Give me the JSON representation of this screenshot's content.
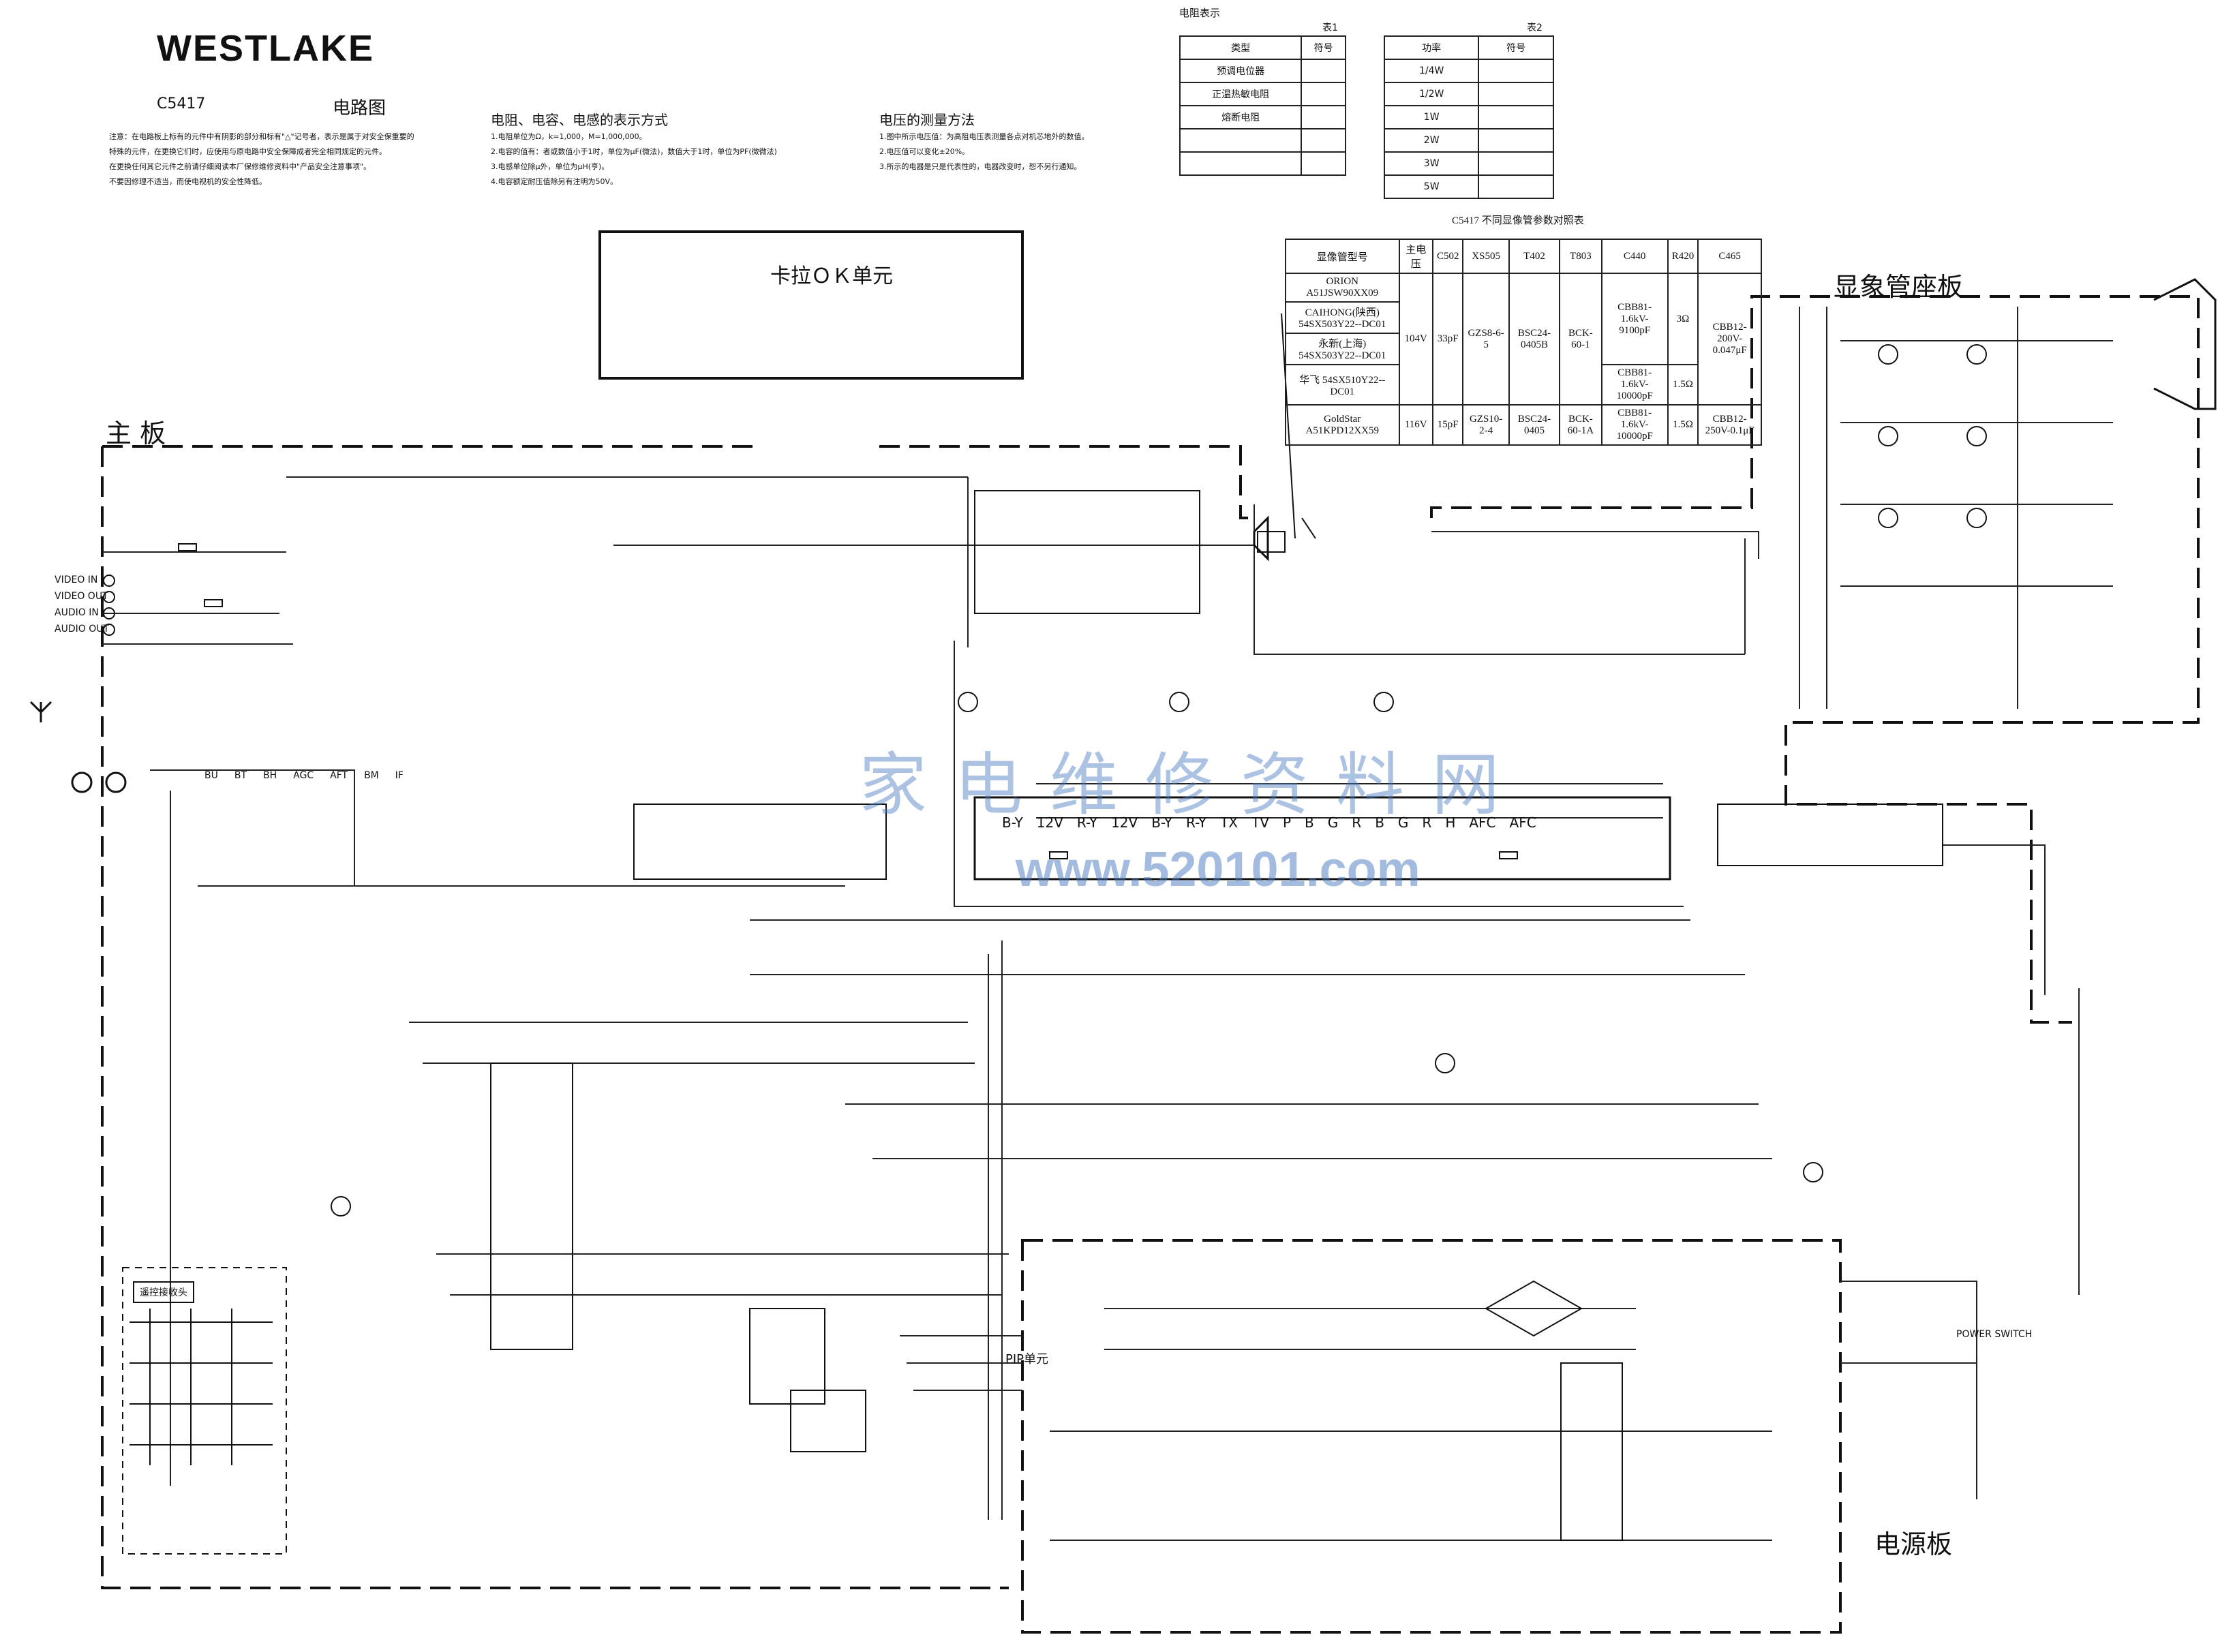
{
  "header": {
    "brand": "WESTLAKE",
    "model": "C5417",
    "diagram_title": "电路图",
    "notes_heading": "注意",
    "notes": [
      "注意：在电路板上标有的元件中有阴影的部分和标有\"△\"记号者，表示是属于对安全保重要的",
      "特殊的元件，在更换它们时，应使用与原电路中安全保障成者完全相同规定的元件。",
      "在更换任何其它元件之前请仔细阅读本厂保修维修资料中\"产品安全注意事项\"。",
      "不要因修理不适当，而使电视机的安全性降低。"
    ],
    "component_heading": "电阻、电容、电感的表示方式",
    "component_notes": [
      "1.电阻单位为Ω，k=1,000，M=1,000,000。",
      "2.电容的值有：者或数值小于1时，单位为μF(微法)，数值大于1时，单位为PF(微微法)",
      "3.电感单位除μ外，单位为μH(亨)。",
      "4.电容额定耐压值除另有注明为50V。"
    ],
    "voltage_heading": "电压的测量方法",
    "voltage_notes": [
      "1.图中所示电压值：为高阻电压表测量各点对机芯地外的数值。",
      "2.电压值可以变化±20%。",
      "3.所示的电器是只是代表性的，电器改变时，恕不另行通知。"
    ]
  },
  "legend": {
    "heading": "电阻表示",
    "table1": {
      "label": "表1",
      "headers": [
        "类型",
        "符号"
      ],
      "rows": [
        [
          "预调电位器",
          ""
        ],
        [
          "正温热敏电阻",
          ""
        ],
        [
          "熔断电阻",
          ""
        ],
        [
          "",
          ""
        ],
        [
          "",
          ""
        ]
      ]
    },
    "table2": {
      "label": "表2",
      "headers": [
        "功率",
        "符号"
      ],
      "rows": [
        [
          "1/4W",
          ""
        ],
        [
          "1/2W",
          ""
        ],
        [
          "1W",
          ""
        ],
        [
          "2W",
          ""
        ],
        [
          "3W",
          ""
        ],
        [
          "5W",
          ""
        ]
      ]
    }
  },
  "spec_table": {
    "title": "C5417 不同显像管参数对照表",
    "headers": [
      "显像管型号",
      "主电压",
      "C502",
      "XS505",
      "T402",
      "T803",
      "C440",
      "R420",
      "C465"
    ],
    "rows": [
      [
        "ORION A51JSW90XX09",
        "104V",
        "33pF",
        "GZS8-6-5",
        "BSC24-0405B",
        "BCK-60-1",
        "CBB81-1.6kV-9100pF",
        "3Ω",
        "CBB12-200V-0.047μF"
      ],
      [
        "CAIHONG(陕西) 54SX503Y22--DC01",
        "",
        "",
        "",
        "",
        "",
        "",
        "",
        ""
      ],
      [
        "永新(上海) 54SX503Y22--DC01",
        "",
        "",
        "",
        "",
        "",
        "",
        "",
        ""
      ],
      [
        "华飞 54SX510Y22--DC01",
        "",
        "",
        "",
        "",
        "",
        "CBB81-1.6kV-10000pF",
        "1.5Ω",
        ""
      ],
      [
        "GoldStar A51KPD12XX59",
        "116V",
        "15pF",
        "GZS10-2-4",
        "BSC24-0405",
        "BCK-60-1A",
        "CBB81-1.6kV-10000pF",
        "1.5Ω",
        "CBB12-250V-0.1μF"
      ]
    ]
  },
  "boards": {
    "karaoke": "卡拉ＯＫ单元",
    "main": "主 板",
    "crt": "显象管座板",
    "power": "电源板",
    "pip": "PIP单元"
  },
  "io_labels": [
    "VIDEO IN",
    "VIDEO OUT",
    "AUDIO IN",
    "AUDIO OUT"
  ],
  "tuner_pins": [
    "BU",
    "BT",
    "BH",
    "AGC",
    "AFT",
    "BM",
    "IF"
  ],
  "ic_signals": [
    "B-Y",
    "12V",
    "R-Y",
    "12V",
    "B-Y",
    "R-Y",
    "TX",
    "TV",
    "P",
    "B",
    "G",
    "R",
    "B",
    "G",
    "R",
    "H",
    "AFC",
    "AFC"
  ],
  "keypad_label": "遥控接收头",
  "power_switch": "POWER SWITCH",
  "watermark_cn": "家电维修资料网",
  "watermark_url": "www.520101.com",
  "colors": {
    "ink": "#111111",
    "watermark": "#4678be"
  }
}
